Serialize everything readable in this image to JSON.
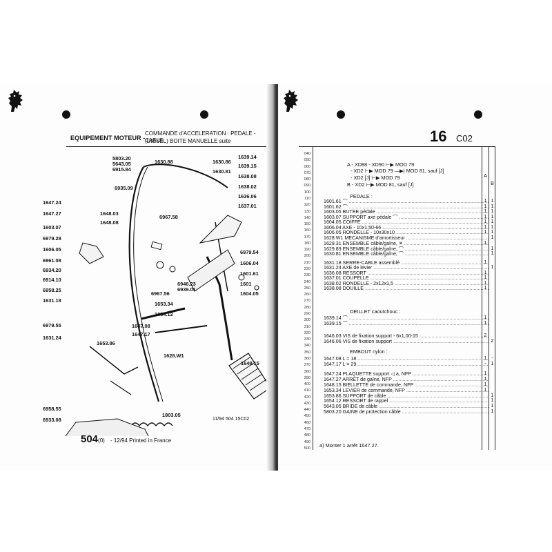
{
  "left_page": {
    "header_title": "EQUIPEMENT MOTEUR -",
    "header_sub_line1": "COMMANDE d'ACCELERATION : PEDALE - CABLE",
    "header_sub_line2": "(DIESEL) BOITE MANUELLE  suite",
    "callouts": [
      {
        "text": "5803.20",
        "side": "L"
      },
      {
        "text": "5643.05",
        "side": "L"
      },
      {
        "text": "6915.84",
        "side": "L"
      },
      {
        "text": "1630.88",
        "side": "L"
      },
      {
        "text": "6935.09",
        "side": "L"
      },
      {
        "text": "1647.24",
        "side": "L"
      },
      {
        "text": "1647.27",
        "side": "L"
      },
      {
        "text": "1648.03",
        "side": "L"
      },
      {
        "text": "1648.08",
        "side": "L"
      },
      {
        "text": "1603.07",
        "side": "L"
      },
      {
        "text": "6979.28",
        "side": "L"
      },
      {
        "text": "1606.05",
        "side": "L"
      },
      {
        "text": "6961.08",
        "side": "L"
      },
      {
        "text": "6934.20",
        "side": "L"
      },
      {
        "text": "6914.10",
        "side": "L"
      },
      {
        "text": "6958.25",
        "side": "L"
      },
      {
        "text": "1631.18",
        "side": "L"
      },
      {
        "text": "6979.55",
        "side": "L"
      },
      {
        "text": "1631.24",
        "side": "L"
      },
      {
        "text": "6958.55",
        "side": "L"
      },
      {
        "text": "6933.08",
        "side": "L"
      },
      {
        "text": "1630.86",
        "side": "R"
      },
      {
        "text": "1630.81",
        "side": "R"
      },
      {
        "text": "1639.14",
        "side": "R"
      },
      {
        "text": "1639.15",
        "side": "R"
      },
      {
        "text": "1638.08",
        "side": "R"
      },
      {
        "text": "1638.02",
        "side": "R"
      },
      {
        "text": "1636.06",
        "side": "R"
      },
      {
        "text": "1637.01",
        "side": "R"
      },
      {
        "text": "6967.58",
        "side": "R"
      },
      {
        "text": "6979.54",
        "side": "R"
      },
      {
        "text": "1606.04",
        "side": "R"
      },
      {
        "text": "1601.61",
        "side": "R"
      },
      {
        "text": "1601",
        "side": "R"
      },
      {
        "text": "1604.05",
        "side": "R"
      },
      {
        "text": "6946.23",
        "side": "R"
      },
      {
        "text": "6939.01",
        "side": "R"
      },
      {
        "text": "6967.56",
        "side": "R"
      },
      {
        "text": "1653.34",
        "side": "R"
      },
      {
        "text": "1654.12",
        "side": "R"
      },
      {
        "text": "1647.08",
        "side": "R"
      },
      {
        "text": "1647.17",
        "side": "R"
      },
      {
        "text": "1653.86",
        "side": "R"
      },
      {
        "text": "1628.W1",
        "side": "R"
      },
      {
        "text": "1648.15",
        "side": "R"
      },
      {
        "text": "1803.05",
        "side": "R"
      }
    ],
    "diagram_ref": "11/94 504 15C02",
    "footer_page": "504",
    "footer_sub": "(0)",
    "footer_text": "- 12/94 Printed in France"
  },
  "right_page": {
    "group_number": "16",
    "group_code": "C02",
    "model_lines": [
      "A - XD88 - XD90 ⊢▶ MOD 79",
      "- XD2 ⊢▶ MOD 79 ―▶| MOD 81, sauf [J]",
      "- XD2 [J] ⊢▶ MOD 79",
      "B - XD2 ⊢▶ MOD 81, sauf [J]"
    ],
    "col_a": "A",
    "col_b": "B",
    "row_numbers": [
      "040",
      "050",
      "060",
      "070",
      "080",
      "090",
      "100",
      "110",
      "120",
      "130",
      "140",
      "150",
      "160",
      "170",
      "180",
      "190",
      "200",
      "210",
      "220",
      "230",
      "240",
      "250",
      "260",
      "270",
      "280",
      "290",
      "300",
      "310",
      "320",
      "330",
      "340",
      "350",
      "360",
      "370",
      "380",
      "390",
      "400",
      "410",
      "420",
      "430",
      "440",
      "450",
      "460",
      "470",
      "480",
      "490",
      "500"
    ],
    "section_pedale": "PEDALE :",
    "section_oeillet": "OEILLET caoutchouc :",
    "section_embout": "EMBOUT nylon :",
    "parts": [
      {
        "ref": "1601.61",
        "desc": "⌒",
        "a": "1",
        "b": "1"
      },
      {
        "ref": "1601.62",
        "desc": "⌒",
        "a": "1",
        "b": "1"
      },
      {
        "ref": "1603.05",
        "desc": "BUTEE pédale",
        "a": "1",
        "b": "1"
      },
      {
        "ref": "1603.07",
        "desc": "SUPPORT axe pédale ⌒",
        "a": "1",
        "b": "1"
      },
      {
        "ref": "1604.05",
        "desc": "COIFFE",
        "a": "1",
        "b": "1"
      },
      {
        "ref": "1606.04",
        "desc": "AXE - 10x1,50-66",
        "a": "1",
        "b": "1"
      },
      {
        "ref": "1606.05",
        "desc": "RONDELLE - 10x30x10",
        "a": "1",
        "b": "1"
      },
      {
        "ref": "1628.W1",
        "desc": "MECANISME d'amortisseur",
        "a": "",
        "b": "1"
      },
      {
        "ref": "1629.31",
        "desc": "ENSEMBLE câble/gaîne, ✕",
        "a": "1",
        "b": ""
      },
      {
        "ref": "1629.89",
        "desc": "ENSEMBLE câble/gaîne, ⌒",
        "a": "",
        "b": "1"
      },
      {
        "ref": "1630.81",
        "desc": "ENSEMBLE câble/gaîne, ⌒",
        "a": "",
        "b": "1"
      },
      {
        "ref": "1631.18",
        "desc": "SERRE-CABLE assemblé",
        "a": "1",
        "b": ""
      },
      {
        "ref": "1631.24",
        "desc": "AXE de levier",
        "a": "",
        "b": "1"
      },
      {
        "ref": "1636.08",
        "desc": "RESSORT",
        "a": "1",
        "b": ""
      },
      {
        "ref": "1637.01",
        "desc": "COUPELLE",
        "a": "1",
        "b": ""
      },
      {
        "ref": "1638.02",
        "desc": "RONDELLE - 2x12x1,5",
        "a": "1",
        "b": ""
      },
      {
        "ref": "1638.08",
        "desc": "DOUILLE",
        "a": "1",
        "b": ""
      },
      {
        "ref": "1639.14",
        "desc": "⌒",
        "a": "1",
        "b": ""
      },
      {
        "ref": "1639.15",
        "desc": "⌒",
        "a": "1",
        "b": ""
      },
      {
        "ref": "1646.03",
        "desc": "VIS de fixation support - 6x1,00-15",
        "a": "2",
        "b": ""
      },
      {
        "ref": "1646.06",
        "desc": "VIS de fixation support",
        "a": "",
        "b": "2"
      },
      {
        "ref": "1647.08",
        "desc": "L = 18",
        "a": "1",
        "b": "-"
      },
      {
        "ref": "1647.17",
        "desc": "L = 29",
        "a": "-",
        "b": "1"
      },
      {
        "ref": "1647.24",
        "desc": "PLAQUETTE support ◁ a, NFP",
        "a": "1",
        "b": ""
      },
      {
        "ref": "1647.27",
        "desc": "ARRET de gaîne, NFP",
        "a": "1",
        "b": ""
      },
      {
        "ref": "1648.15",
        "desc": "BIELLETTE de commande, NFP",
        "a": "1",
        "b": ""
      },
      {
        "ref": "1653.34",
        "desc": "LEVIER de commande, NFP",
        "a": "1",
        "b": ""
      },
      {
        "ref": "1653.86",
        "desc": "SUPPORT de câble",
        "a": "",
        "b": "1"
      },
      {
        "ref": "1654.12",
        "desc": "RESSORT de rappel",
        "a": "",
        "b": "1"
      },
      {
        "ref": "5643.05",
        "desc": "BRIDE de câble",
        "a": "",
        "b": "1"
      },
      {
        "ref": "5803.20",
        "desc": "GAINE de protection câble",
        "a": "",
        "b": "1"
      }
    ],
    "note": "a) Monter 1 arrêt 1647.27."
  },
  "colors": {
    "ink": "#111111",
    "paper": "#fdfdfd",
    "gutter": "#2a2a2a"
  },
  "icons": [
    "peugeot-lion-logo",
    "binder-hole"
  ]
}
